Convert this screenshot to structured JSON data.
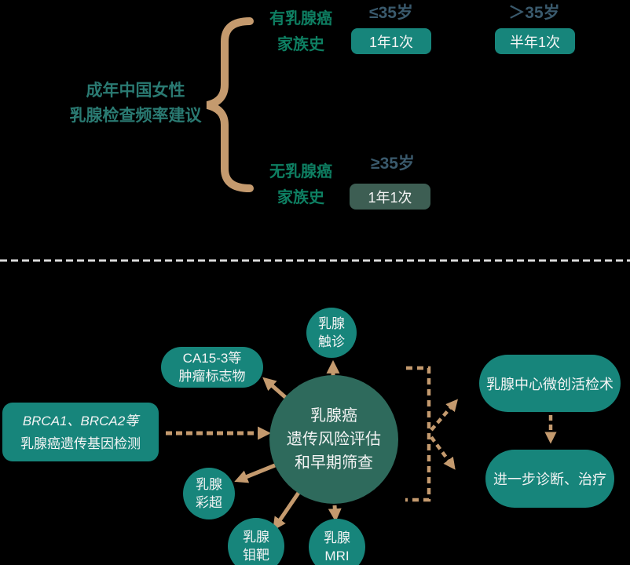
{
  "title": "乳腺检查频率与乳腺癌遗传风险评估流程图",
  "colors": {
    "background": "#000000",
    "teal_fill": "#17857b",
    "center_circle_fill": "#2e6a5c",
    "dark_box_fill": "#3d5e53",
    "brace_and_arrows": "#c49a6e",
    "main_label_text": "#2a7a72",
    "branch_label_text": "#0e7f62",
    "age_text": "#3a5a6d",
    "divider": "#d9d9d9",
    "node_text": "#f4f4f4"
  },
  "top": {
    "main_label": {
      "line1": "成年中国女性",
      "line2": "乳腺检查频率建议"
    },
    "branches": [
      {
        "label_line1": "有乳腺癌",
        "label_line2": "家族史",
        "options": [
          {
            "age": "≤35岁",
            "freq": "1年1次"
          },
          {
            "age": "＞35岁",
            "freq": "半年1次"
          }
        ]
      },
      {
        "label_line1": "无乳腺癌",
        "label_line2": "家族史",
        "options": [
          {
            "age": "≥35岁",
            "freq": "1年1次"
          }
        ]
      }
    ]
  },
  "diagram": {
    "center": {
      "line1": "乳腺癌",
      "line2": "遗传风险评估",
      "line3": "和早期筛查"
    },
    "nodes": {
      "palpation": {
        "line1": "乳腺",
        "line2": "触诊"
      },
      "tumor_markers": {
        "line1": "CA15-3等",
        "line2": "肿瘤标志物"
      },
      "gene_testing": {
        "line1": "BRCA1、BRCA2等",
        "line2": "乳腺癌遗传基因检测"
      },
      "ultrasound": {
        "line1": "乳腺",
        "line2": "彩超"
      },
      "mammography": {
        "line1": "乳腺",
        "line2": "钼靶"
      },
      "mri": {
        "line1": "乳腺",
        "line2": "MRI"
      }
    },
    "outcomes": {
      "biopsy": "乳腺中心微创活检术",
      "treatment": "进一步诊断、治疗"
    }
  }
}
